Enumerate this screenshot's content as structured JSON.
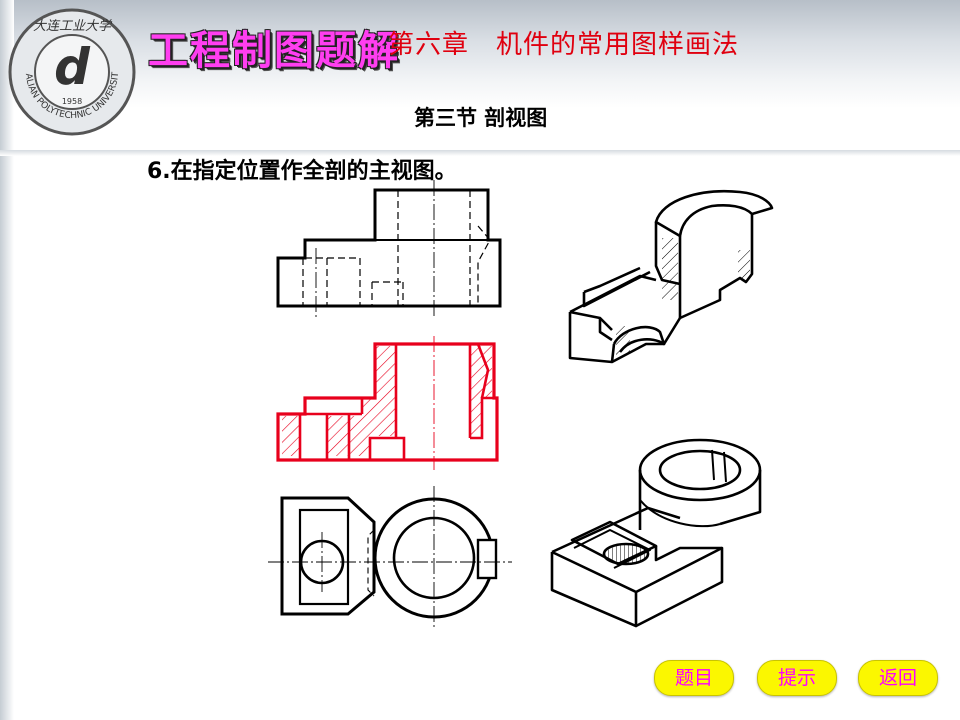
{
  "header": {
    "brand_title": "工程制图题解",
    "chapter_title": "第六章　机件的常用图样画法"
  },
  "logo": {
    "year": "1958",
    "ring_text": "DALIAN POLYTECHNIC UNIVERSITY",
    "name_cn": "大连工业大学",
    "icon": "university-seal-icon"
  },
  "content": {
    "section_title": "第三节 剖视图",
    "question": "6.在指定位置作全剖的主视图。"
  },
  "nav": {
    "topic_label": "题目",
    "hint_label": "提示",
    "back_label": "返回"
  },
  "colors": {
    "answer_red": "#e8001c",
    "chapter_red": "#e0000f",
    "brand_magenta": "#ff3ef0",
    "button_yellow": "#fbf700",
    "button_text": "#ff00ff"
  }
}
